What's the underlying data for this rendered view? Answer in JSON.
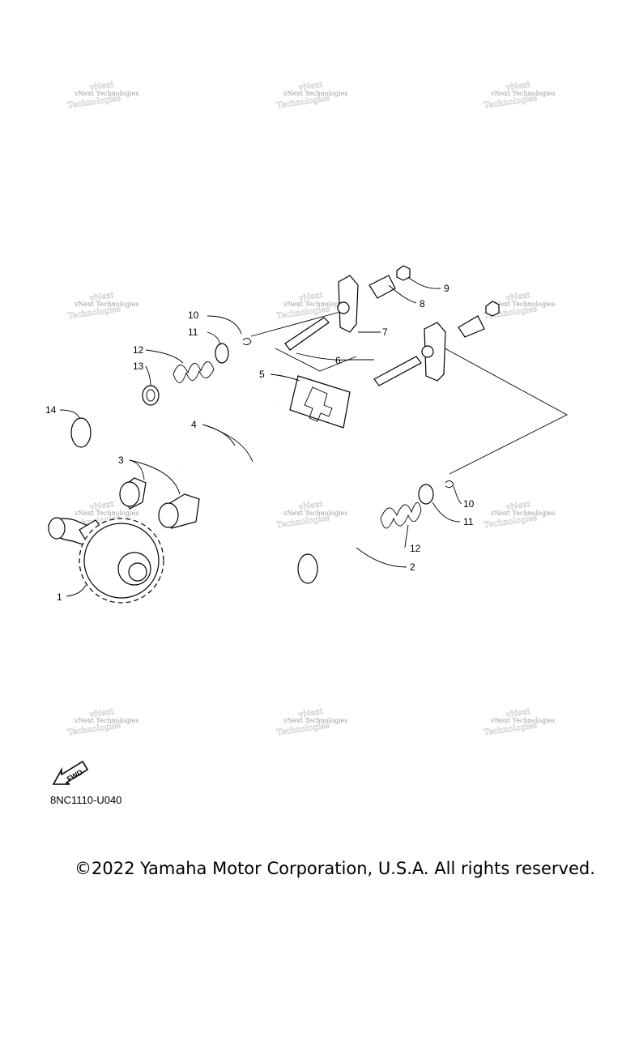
{
  "watermark": {
    "text": "vNext Technologies"
  },
  "callouts": {
    "c1": "1",
    "c2": "2",
    "c3": "3",
    "c4": "4",
    "c5": "5",
    "c6": "6",
    "c7": "7",
    "c8": "8",
    "c9": "9",
    "c10a": "10",
    "c10b": "10",
    "c11a": "11",
    "c11b": "11",
    "c12a": "12",
    "c12b": "12",
    "c13": "13",
    "c14": "14"
  },
  "fwd_label": "FWD",
  "diagram_code": "8NC1110-U040",
  "copyright": "©2022 Yamaha Motor Corporation, U.S.A. All rights reserved."
}
